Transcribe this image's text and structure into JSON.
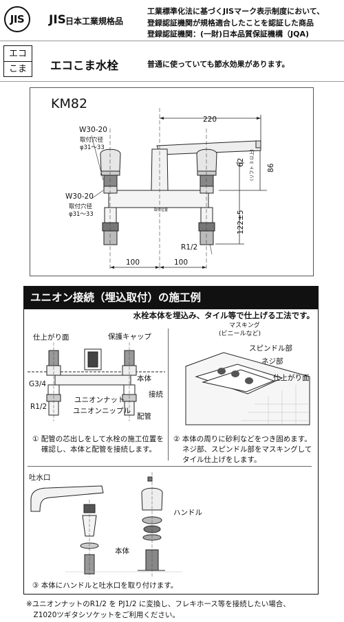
{
  "jis": {
    "logo": "JIS",
    "label_main": "JIS",
    "label_sub": "日本工業規格品",
    "desc_lines": [
      "工業標準化法に基づくJISマーク表示制度において、",
      "登録認証機関が規格適合したことを認証した商品",
      "登録認証機関：(一財)日本品質保証機構（JQA)"
    ]
  },
  "eco": {
    "logo_top": "エコ",
    "logo_bottom": "こま",
    "label": "エコこま水栓",
    "desc": "普通に使っていても節水効果があります。"
  },
  "diagram": {
    "model": "KM82",
    "dim_220": "220",
    "dim_62": "62",
    "dim_62_note": "(リフト 3 以上)",
    "dim_86": "86",
    "dim_122": "122±5",
    "dim_100_left": "100",
    "dim_100_right": "100",
    "w_top": "W30-20",
    "w_top_note1": "取付穴径",
    "w_top_note2": "φ31～33",
    "w_bottom": "W30-20",
    "w_bottom_note1": "取付穴径",
    "w_bottom_note2": "φ31～33",
    "r12": "R1/2",
    "center_label": "取付位置"
  },
  "union": {
    "title": "ユニオン接続（埋込取付）の施工例",
    "subtitle": "水栓本体を埋込み、タイル等で仕上げる工法です。",
    "fig1": {
      "finish_surface": "仕上がり面",
      "cap": "保護キャップ",
      "body": "本体",
      "g34": "G3/4",
      "union_nut": "ユニオンナット",
      "connect": "接続",
      "r12": "R1/2",
      "union_nipple": "ユニオンニップル",
      "pipe": "配管",
      "step_lines": [
        "① 配管の芯出しをして水栓の施工位置を",
        "確認し、本体と配管を接続します。"
      ]
    },
    "fig2": {
      "masking": "マスキング",
      "masking_note": "(ビニールなど)",
      "spindle": "スピンドル部",
      "screw": "ネジ部",
      "finish_surface": "仕上がり面",
      "step_lines": [
        "② 本体の周りに砂利などをつき固めます。",
        "ネジ部、スピンドル部をマスキングして",
        "タイル仕上げをします。"
      ]
    },
    "fig3": {
      "spout": "吐水口",
      "handle": "ハンドル",
      "body": "本体",
      "step_lines": [
        "③ 本体にハンドルと吐水口を取り付けます。"
      ]
    }
  },
  "footnote": {
    "lines": [
      "※ユニオンナットのR1/2 を PJ1/2 に変換し、フレキホース等を接続したい場合、",
      "　Z1020ツギタシソケットをご利用ください。"
    ]
  }
}
